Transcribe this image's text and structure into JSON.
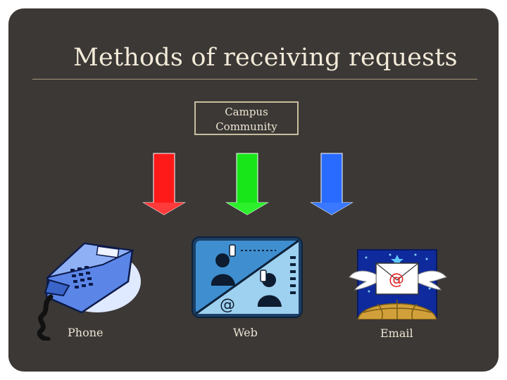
{
  "slide": {
    "title": "Methods of receiving requests",
    "source_box": {
      "line1": "Campus",
      "line2": "Community"
    },
    "arrows": [
      {
        "color": "#ff1a1a"
      },
      {
        "color": "#19e619"
      },
      {
        "color": "#2a6bff"
      }
    ],
    "methods": [
      {
        "label": "Phone",
        "icon": "telephone-icon"
      },
      {
        "label": "Web",
        "icon": "web-operators-icon"
      },
      {
        "label": "Email",
        "icon": "winged-envelope-icon"
      }
    ]
  }
}
